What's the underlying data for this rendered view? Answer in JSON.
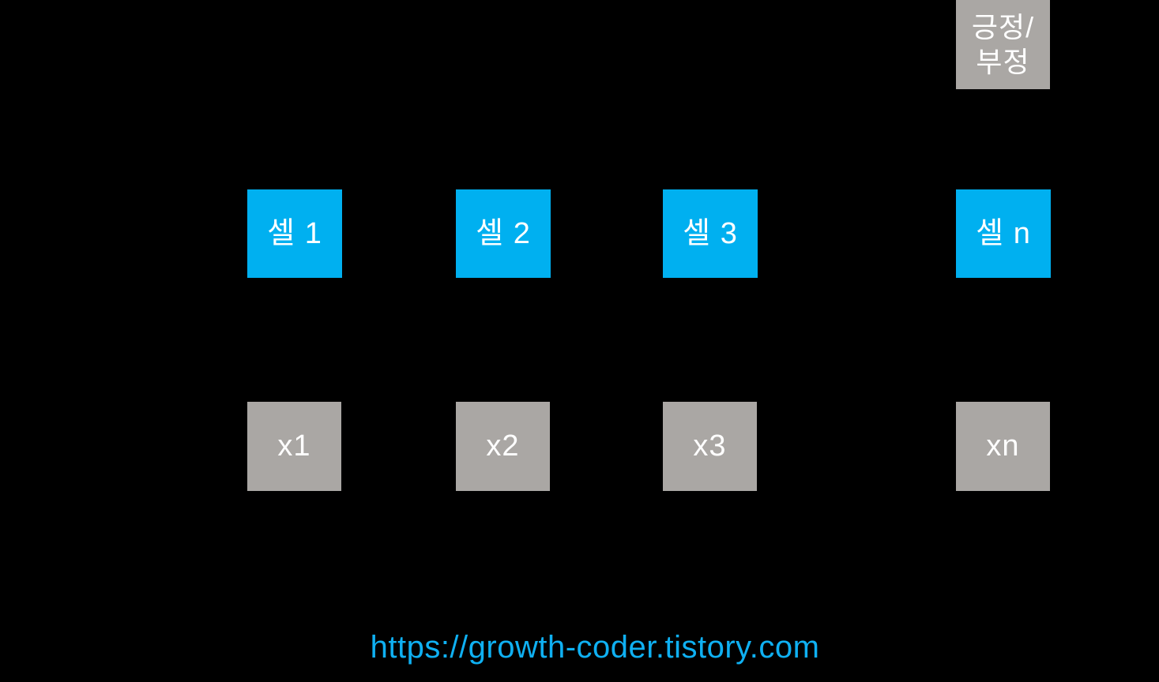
{
  "diagram": {
    "title_semantic": "rnn-sentiment-classification-diagram",
    "background_color": "#000000",
    "output_box": {
      "label_line1": "긍정/",
      "label_line2": "부정",
      "fill_color": "#aaa7a4",
      "text_color": "#ffffff"
    },
    "cells": [
      {
        "label": "셀 1"
      },
      {
        "label": "셀 2"
      },
      {
        "label": "셀 3"
      },
      {
        "label": "셀 n"
      }
    ],
    "cell_fill_color": "#00b0f0",
    "inputs": [
      {
        "label": "x1"
      },
      {
        "label": "x2"
      },
      {
        "label": "x3"
      },
      {
        "label": "xn"
      }
    ],
    "input_fill_color": "#aaa7a4",
    "footer": {
      "url": "https://growth-coder.tistory.com",
      "url_color": "#0fb0f2"
    }
  }
}
